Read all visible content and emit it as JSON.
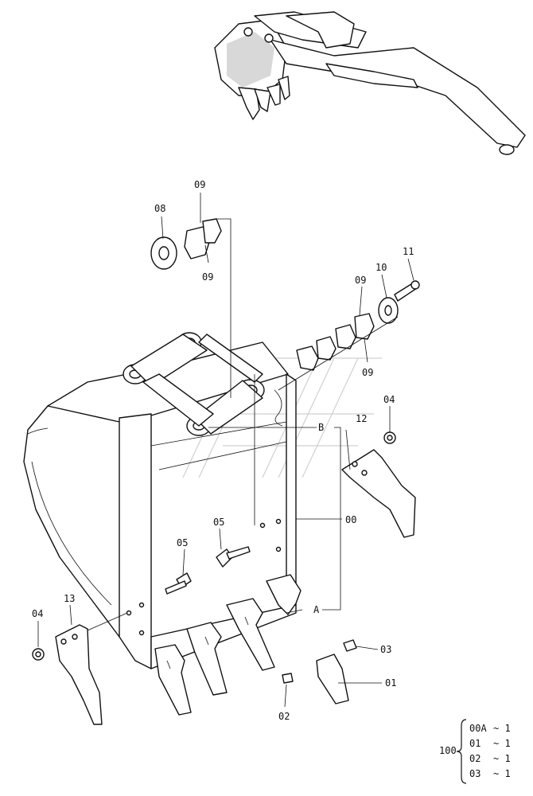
{
  "callouts": {
    "c08": "08",
    "c09_top": "09",
    "c09_mid": "09",
    "c09_right_top": "09",
    "c09_right_bot": "09",
    "c10": "10",
    "c11": "11",
    "c12": "12",
    "cB": "B",
    "c04_right": "04",
    "c00": "00",
    "c05_a": "05",
    "c05_b": "05",
    "cA": "A",
    "c13": "13",
    "c04_left": "04",
    "c03": "03",
    "c01": "01",
    "c02": "02"
  },
  "kit": {
    "main": "100",
    "items": [
      {
        "code": "00A",
        "qty": "~ 1"
      },
      {
        "code": "01",
        "qty": "~ 1"
      },
      {
        "code": "02",
        "qty": "~ 1"
      },
      {
        "code": "03",
        "qty": "~ 1"
      }
    ]
  }
}
